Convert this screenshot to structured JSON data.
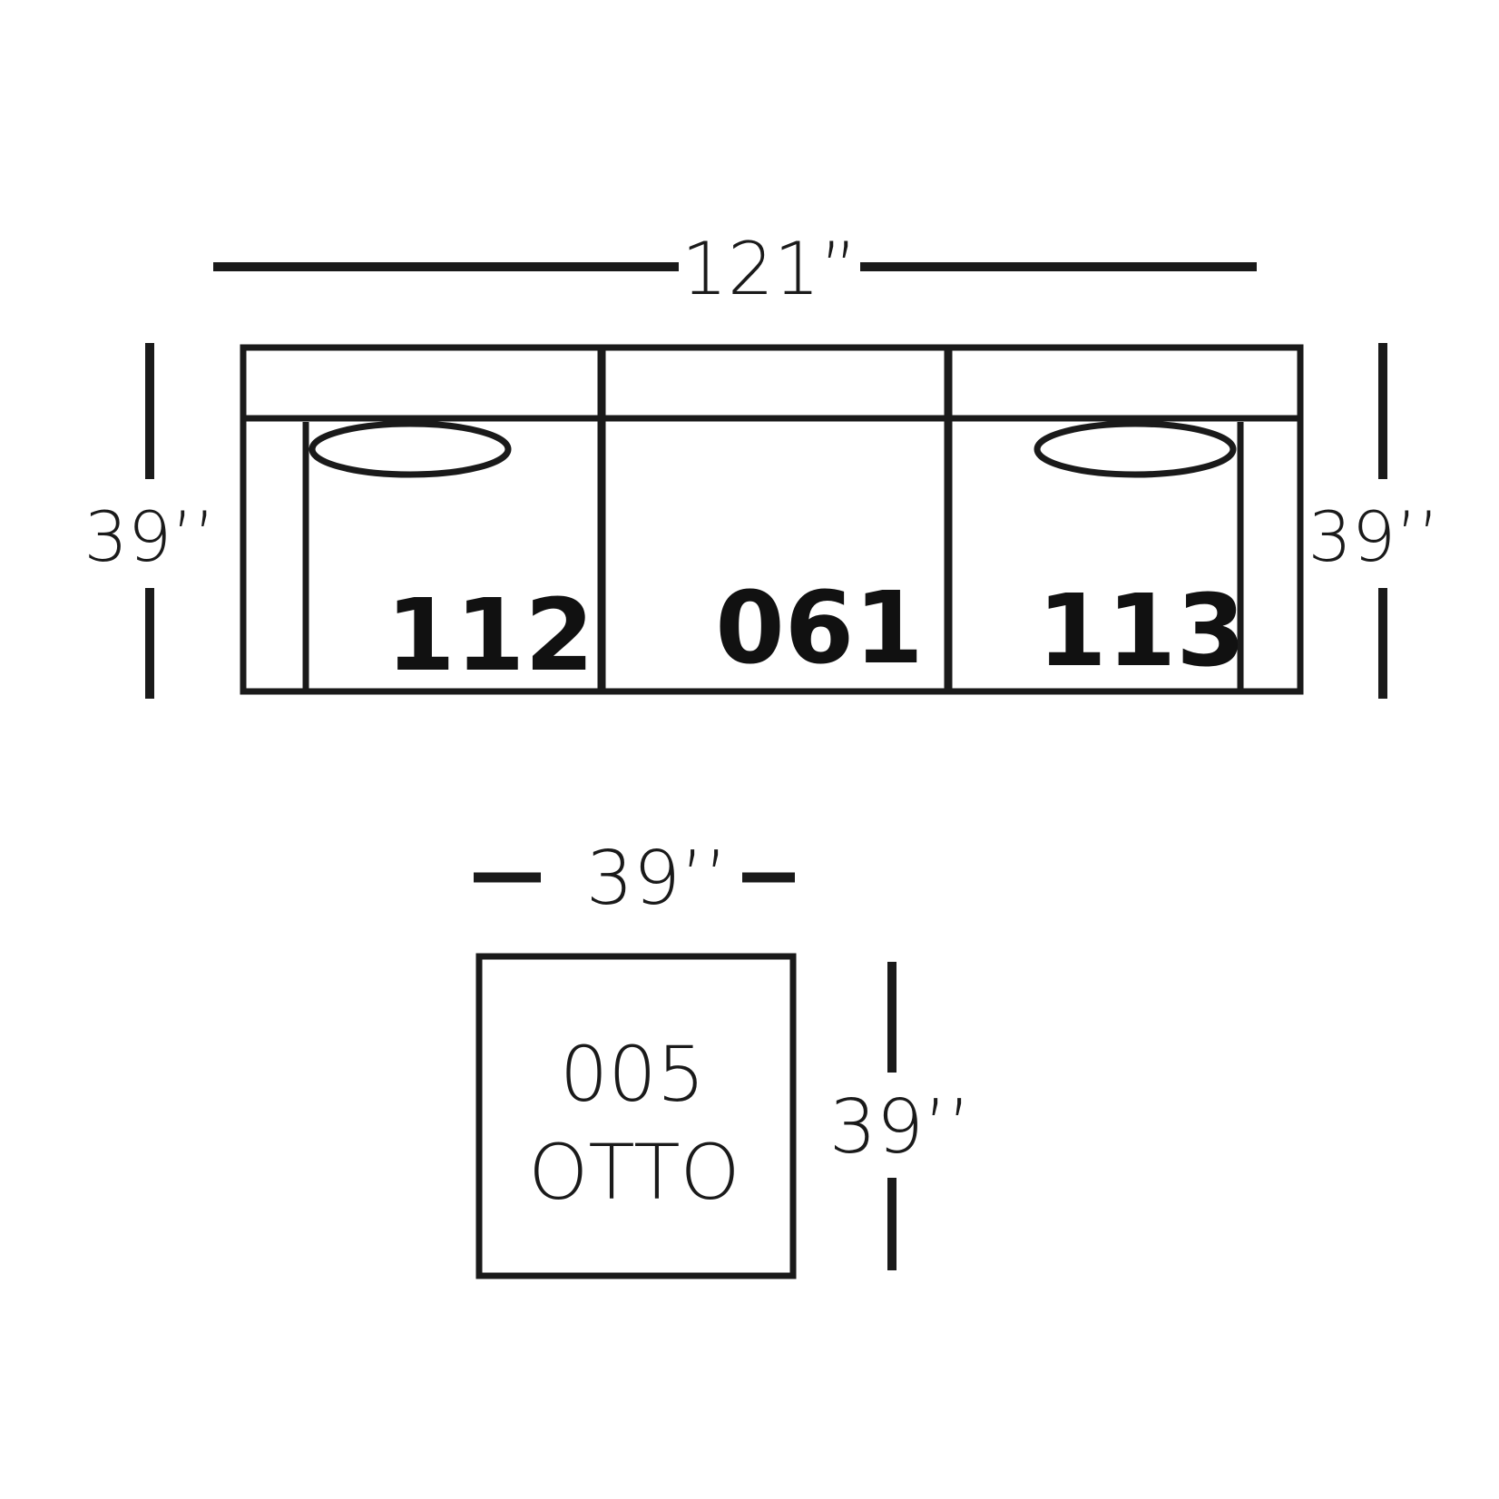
{
  "dimensions": {
    "overall_width": "121”",
    "left_depth": "39’’",
    "right_depth": "39’’",
    "ottoman_width": "39’’",
    "ottoman_depth": "39’’"
  },
  "sofa": {
    "modules": [
      {
        "code": "112"
      },
      {
        "code": "061"
      },
      {
        "code": "113"
      }
    ]
  },
  "ottoman": {
    "code": "005",
    "name": "OTTO"
  },
  "colors": {
    "line": "#1a1a1a",
    "background": "#ffffff"
  }
}
